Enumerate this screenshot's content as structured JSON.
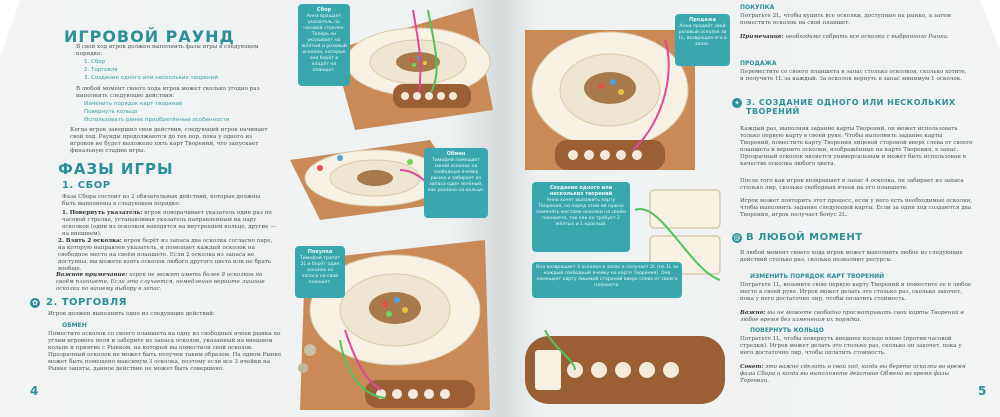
{
  "left_page": {
    "title": "Игровой раунд",
    "intro": "В свой ход игрок должен выполнить фазы игры в следующем порядке:",
    "phases_list": [
      "1. Сбор",
      "2. Торговля",
      "3. Создание одного или нескольких творений"
    ],
    "anytime_intro": "В любой момент своего хода игрок может сколько угодно раз выполнить следующие действия:",
    "anytime_list": [
      "Изменить порядок карт творений",
      "Повернуть кольцо",
      "Использовать ранее приобретённые особенности"
    ],
    "round_end": "Когда игрок завершил свои действия, следующий игрок начинает свой ход. Раунды продолжаются до тех пор, пока у одного из игроков не будет выложено пять карт Творений, что запускает финальную стадию игры.",
    "phases_title": "Фазы игры",
    "collect_title": "1. Сбор",
    "collect_intro": "Фаза Сбора состоит из 2 обязательных действий, которые должны быть выполнены в следующем порядке:",
    "collect_step1_label": "1. Повернуть указатель:",
    "collect_step1": "игрок поворачивает указатель один раз по часовой стрелке, устанавливая указатель направленным на пару осколков (одни из осколков находятся на внутреннем кольце, другие — на внешнем).",
    "collect_step2_label": "2. Взять 2 осколка:",
    "collect_step2": "игрок берёт из запаса два осколка согласно паре, на которую направлен указатель, и помещает каждый осколок на свободное место на своём планшете. Если 2 осколка из запаса не доступны, вы можете взять осколок любого другого цвета или не брать вообще.",
    "important_label": "Важное примечание:",
    "important": "игрок не может иметь более 8 осколков на своём планшете. Если это случается, немедленно верните лишние осколки по вашему выбору в запас.",
    "trade_title": "2. Торговля",
    "trade_intro": "Игрок должен выполнить одно из следующих действий:",
    "exchange_title": "Обмен",
    "exchange_text": "Поместите осколок со своего планшета на одну из свободных ячеек рынка по углам игрового поля и заберите из запаса осколок, указанный на внешнем кольце и приятие с Рынком, на который вы поместили свой осколок. Прозрачный осколок не может быть получен таким образом. На одном Рынке может быть помещено максимум 3 осколка, поэтому если все 3 ячейки на Рынке заняты, данное действие не может быть совершено.",
    "page_number": "4",
    "callout_collect_title": "Сбор",
    "callout_collect": "Анна вращает указатель по часовой стрелке. Теперь он указывает на жёлтый и розовый осколки, которые она берёт и кладёт на планшет.",
    "callout_exchange_title": "Обмен",
    "callout_exchange": "Тимофей помещает синий осколок на свободную ячейку рынка и забирает из запаса один зелёный, как указано на кольце.",
    "callout_buy_title": "Покупка",
    "callout_buy": "Тимофей тратит 2L и берёт один осколок из запаса на свой планшет."
  },
  "right_page": {
    "callout_sell_title": "Продажа",
    "callout_sell": "Анна продаёт свой розовый осколок за 1L, возвращая его в запас.",
    "callout_create_title": "Создание одного или нескольких творений",
    "callout_create": "Анна хочет выложить карту Творения, но перед этим ей нужно поменять местами осколки на своём планшете, так как он требует 2 жёлтых и 1 красный.",
    "callout_bonus": "Она возвращает 4 осколка в запас и получает 2L (по 1L за каждый свободный ячейку на карте Творения). Она помещает карту лицевой стороной вверх слева от своего планшета.",
    "buy_title": "Покупка",
    "buy_text": "Потратьте 2L, чтобы купить все осколки, доступные на рынке, а затем поместите осколок на свой планшет.",
    "buy_note_label": "Примечание:",
    "buy_note": "необходимо собрать все осколки с выбранного Рынка.",
    "sell_title": "Продажа",
    "sell_text": "Переместите со своего планшета в запас столько осколков, сколько хотите, и получите 1L за каждый. За осколок вернуть в запас минимум 1 осколок.",
    "create_title": "3. Создание одного или нескольких творений",
    "create_text": "Каждый раз, выполняя задание карты Творений, он может использовать только первую карту в своей руке. Чтобы выполнить задание карты Творений, поместите карту Творения лицевой стороной вверх слева от своего планшета и верните осколки, изображённые на карте Творения, в запас. Прозрачный осколок является универсальным и может быть использован в качестве осколка любого цвета.",
    "after_text": "После того как игрок возвращает в запас 4 осколка, он забирает из запаса столько лир, сколько свободных ячеек на его планшете.",
    "repeat_text": "Игрок может повторить этот процесс, если у него есть необходимые осколки, чтобы выполнить задание следующей карты. Если за один ход создаются два Творения, игрок получает бонус 2L.",
    "anytime_title": "В любой момент",
    "anytime_text": "В любой момент своего хода игрок может выполнить любое из следующих действий столько раз, сколько позволяют ресурсы.",
    "reorder_title": "Изменить порядок карт Творений",
    "reorder_text": "Потратьте 1L, возьмите свою первую карту Творений и поместите ее в любое место в своей руке. Игрок может делать это столько раз, сколько захочет, пока у него достаточно лир, чтобы оплатить стоимость.",
    "reorder_note_label": "Важно:",
    "reorder_note": "вы не можете свободно просматривать свои карты Творений в любое время без изменения их порядка.",
    "rotate_title": "Повернуть кольцо",
    "rotate_text": "Потратьте 1L, чтобы повернуть внешнее кольцо влево (против часовой стрелки). Игрок может делать это столько раз, сколько он захочет, пока у него достаточно лир, чтобы оплатить стоимость.",
    "tip_label": "Совет:",
    "tip": "это важно сделать в свой ход, когда вы берете осколки во время фазы Сбора и когда вы выполняете действие Обмена во время фазы Торговли.",
    "page_number": "5"
  },
  "colors": {
    "accent": "#2d8f97",
    "callout": "#3aa6ae",
    "board_wood": "#b9804f",
    "board_cream": "#f5efe2",
    "connector_pink": "#e0479b",
    "connector_green": "#52c25a"
  }
}
